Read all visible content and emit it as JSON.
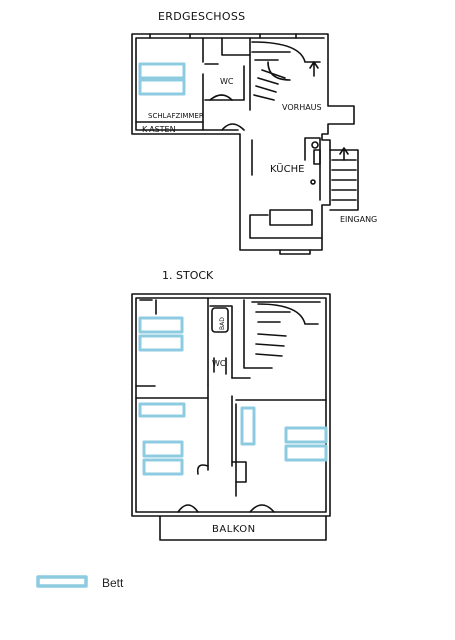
{
  "floors": {
    "ground": {
      "title": "ERDGESCHOSS",
      "rooms": {
        "bedroom": "SCHLAFZIMMER",
        "closet": "K-ASTEN",
        "wc": "WC",
        "hall": "VORHAUS",
        "kitchen": "KÜCHE",
        "entrance": "EINGANG"
      }
    },
    "upper": {
      "title": "1. STOCK",
      "rooms": {
        "bath": "BAD",
        "wc": "WC",
        "balcony": "BALKON"
      }
    }
  },
  "legend": {
    "bed_label": "Bett",
    "bed_color": "#a9d8ea"
  },
  "colors": {
    "ink": "#111111",
    "bed_fill": "#a9d8ea",
    "bed_stroke": "#8ccbe0"
  }
}
